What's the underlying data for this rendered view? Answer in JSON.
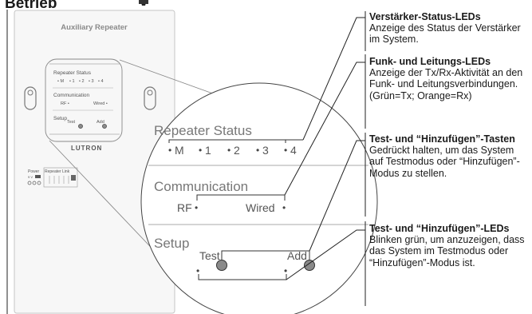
{
  "section_title": "Betrieb",
  "device": {
    "title": "Auxiliary Repeater",
    "status_label": "Repeater Status",
    "status_leds": [
      "• M",
      "• 1",
      "• 2",
      "• 3",
      "• 4"
    ],
    "comm_label": "Communication",
    "rf_label": "RF •",
    "wired_label": "Wired •",
    "setup_label": "Setup",
    "test_label": "Test",
    "add_label": "Add",
    "brand": "LUTRON",
    "power_label": "Power",
    "power_volts": "9 V",
    "repeater_link_label": "Repeater Link"
  },
  "zoom": {
    "status_title": "Repeater Status",
    "leds": [
      "M",
      "1",
      "2",
      "3",
      "4"
    ],
    "comm_title": "Communication",
    "rf": "RF",
    "wired": "Wired",
    "setup_title": "Setup",
    "test": "Test",
    "add": "Add"
  },
  "callouts": [
    {
      "title": "Verstärker-Status-LEDs",
      "desc": "Anzeige des Status der Verstärker im System."
    },
    {
      "title": "Funk- und Leitungs-LEDs",
      "desc": "Anzeige der Tx/Rx-Aktivität an den Funk- und Leitungsverbindungen. (Grün=Tx; Orange=Rx)"
    },
    {
      "title": "Test- und “Hinzufügen”-Tasten",
      "desc": "Gedrückt halten, um das System auf Testmodus oder “Hinzufügen”-Modus zu stellen."
    },
    {
      "title": "Test- und “Hinzufügen”-LEDs",
      "desc": "Blinken grün, um anzuzeigen, dass das System im Testmodus oder “Hinzufügen”-Modus ist."
    }
  ],
  "colors": {
    "button_fill": "#8a8a8a",
    "line": "#222222",
    "text_gray": "#777777"
  }
}
